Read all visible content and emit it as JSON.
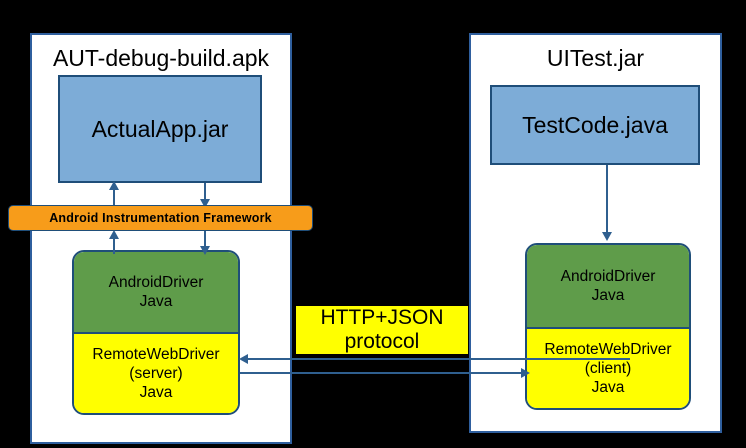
{
  "diagram": {
    "background_color": "#000000",
    "accent_border_color": "#1f4e79",
    "arrow_color": "#2f5f8f"
  },
  "left_panel": {
    "title": "AUT-debug-build.apk",
    "app_box": {
      "label": "ActualApp.jar",
      "color": "#7dacd7"
    },
    "instrumentation_bar": {
      "label": "Android Instrumentation Framework",
      "color": "#f79c1a"
    },
    "driver_stack": {
      "top_label": "AndroidDriver\nJava",
      "top_line1": "AndroidDriver",
      "top_line2": "Java",
      "top_color": "#5f9c4a",
      "bottom_line1": "RemoteWebDriver",
      "bottom_line2": "(server)",
      "bottom_line3": "Java",
      "bottom_color": "#ffff00"
    }
  },
  "right_panel": {
    "title": "UITest.jar",
    "test_box": {
      "label": "TestCode.java",
      "color": "#7dacd7"
    },
    "driver_stack": {
      "top_line1": "AndroidDriver",
      "top_line2": "Java",
      "top_color": "#5f9c4a",
      "bottom_line1": "RemoteWebDriver",
      "bottom_line2": "(client)",
      "bottom_line3": "Java",
      "bottom_color": "#ffff00"
    }
  },
  "protocol_label": {
    "line1": "HTTP+JSON",
    "line2": "protocol",
    "color": "#ffff00"
  }
}
